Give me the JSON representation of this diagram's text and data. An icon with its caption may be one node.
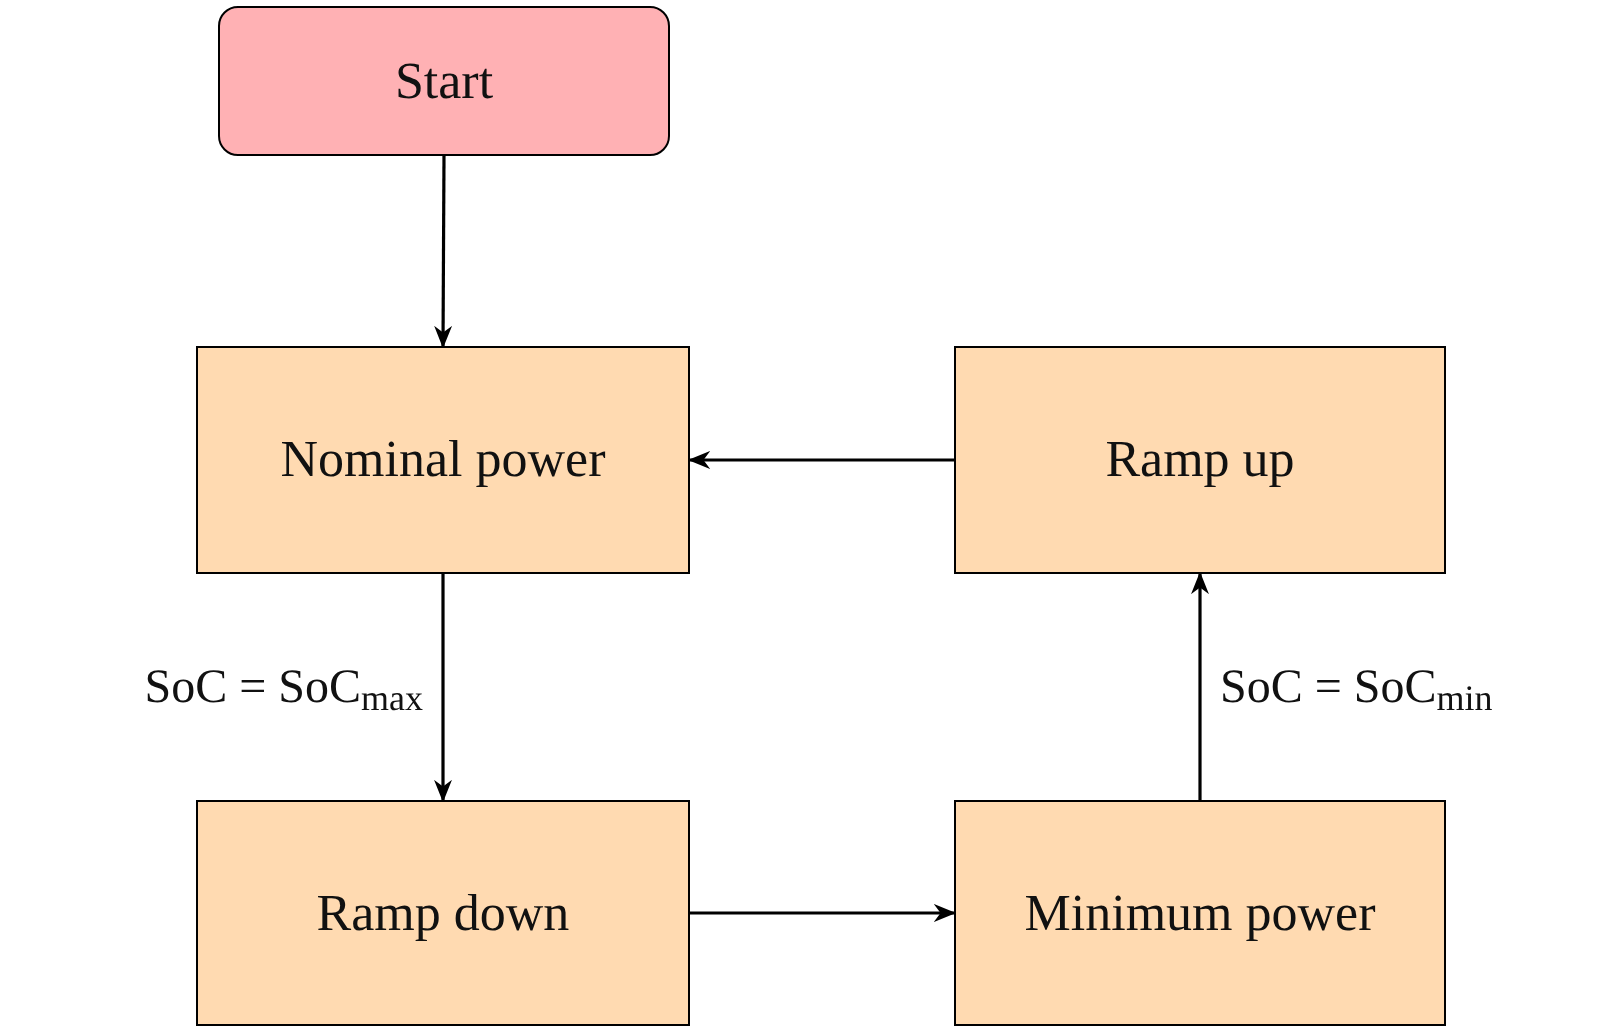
{
  "diagram": {
    "nodes": [
      {
        "text": [
          "Start"
        ]
      },
      {
        "text": [
          "Nominal power"
        ]
      },
      {
        "text": [
          "Ramp up"
        ]
      },
      {
        "text": [
          "Ramp down"
        ]
      },
      {
        "text": [
          "Minimum power"
        ]
      }
    ],
    "edges": [
      {
        "from": 0,
        "to": 1,
        "arrow": "to"
      },
      {
        "from": 1,
        "to": 3,
        "arrow": "to",
        "label": "SoC = SoC$_{max}$"
      },
      {
        "from": 3,
        "to": 4,
        "arrow": "to"
      },
      {
        "from": 4,
        "to": 2,
        "arrow": "to",
        "label": "SoC = SoC$_{min}$"
      },
      {
        "from": 2,
        "to": 1,
        "arrow": "to"
      }
    ]
  }
}
